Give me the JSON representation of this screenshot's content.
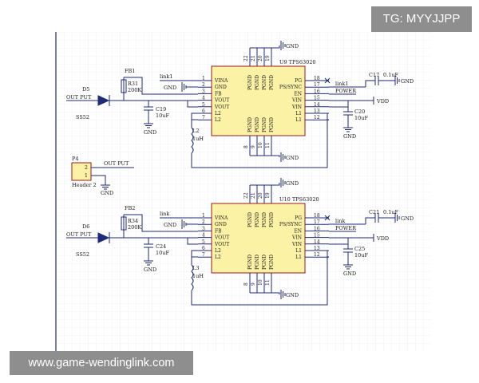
{
  "watermark_top": "TG: MYYJJPP",
  "watermark_bottom": "www.game-wendinglink.com",
  "labels": {
    "gnd": "GND",
    "vdd": "VDD",
    "out_put": "OUT PUT",
    "power": "POWER",
    "link": "link",
    "link1": "link1",
    "ss52": "SS52"
  },
  "header": {
    "ref": "P4",
    "name": "Header 2",
    "net": "OUT PUT",
    "pins": [
      "2",
      "1"
    ]
  },
  "ic_left_pins": [
    {
      "num": "1",
      "name": "VINA"
    },
    {
      "num": "2",
      "name": "GND"
    },
    {
      "num": "3",
      "name": "FB"
    },
    {
      "num": "4",
      "name": "VOUT"
    },
    {
      "num": "5",
      "name": "VOUT"
    },
    {
      "num": "6",
      "name": "L2"
    },
    {
      "num": "7",
      "name": "L2"
    }
  ],
  "ic_right_pins": [
    {
      "num": "18",
      "name": "PG"
    },
    {
      "num": "17",
      "name": "PS/SYNC"
    },
    {
      "num": "16",
      "name": "EN"
    },
    {
      "num": "15",
      "name": "VIN"
    },
    {
      "num": "14",
      "name": "VIN"
    },
    {
      "num": "13",
      "name": "L1"
    },
    {
      "num": "12",
      "name": "L1"
    }
  ],
  "ic_top_pins": [
    "22",
    "21",
    "20",
    "19"
  ],
  "ic_bottom_pins": [
    "8",
    "9",
    "10",
    "11"
  ],
  "ic_pgnd": "PGND",
  "blocks": [
    {
      "ic": "U9 TPS63020",
      "fb": "FB1",
      "r": "R31",
      "r_val": "200K",
      "diode": "D5",
      "cin": "C19",
      "cin_val": "10uF",
      "ind": "L2",
      "ind_val": "1uH",
      "pg_link": "link1",
      "cout": "C20",
      "cout_val": "10uF",
      "cpg": "C17",
      "cpg_val": "0.1uF",
      "left_link": "link1"
    },
    {
      "ic": "U10 TPS63020",
      "fb": "FB2",
      "r": "R34",
      "r_val": "200K",
      "diode": "D6",
      "cin": "C24",
      "cin_val": "10uF",
      "ind": "L3",
      "ind_val": "1uH",
      "pg_link": "link",
      "cout": "C25",
      "cout_val": "10uF",
      "cpg": "C21",
      "cpg_val": "0.1uF",
      "left_link": "link"
    }
  ],
  "colors": {
    "wire": "#1e2a7a",
    "chip_fill": "#fcf2a6",
    "chip_border": "#9a1a1a",
    "grid": "#e4e8ec"
  }
}
